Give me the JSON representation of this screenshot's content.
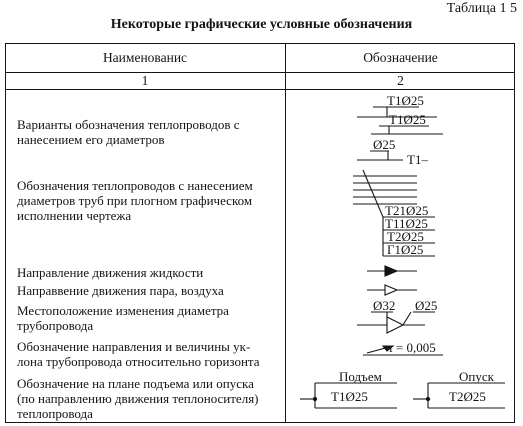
{
  "table_number": "Таблица 1 5",
  "title": "Некоторые графические условные обозначения",
  "headers": {
    "name": "Наименованис",
    "designation": "Обозначение"
  },
  "column_numbers": {
    "name": "1",
    "designation": "2"
  },
  "rows": [
    {
      "lines": [
        "Варианты обозначения теплопроводов с",
        "нанесением его диаметров"
      ]
    },
    {
      "lines": [
        "Обозначения теплопроводов с нанесением",
        "диаметров труб при плогном графическом",
        "исполнении чертежа"
      ]
    },
    {
      "lines": [
        "Направление движения жидкости"
      ]
    },
    {
      "lines": [
        "Направвение движения пара, воздуха"
      ]
    },
    {
      "lines": [
        "Местоположение изменения диаметра",
        "трубопровода"
      ]
    },
    {
      "lines": [
        "Обозначение направления и величины ук-",
        "лона трубопровода относительно горизонта"
      ]
    },
    {
      "lines": [
        "Обозначение на плане подъема или опуска",
        "(по направлению движения теплоносителя)",
        "теплопровода"
      ]
    }
  ],
  "symbols": {
    "pipe_labels": [
      "Т1Ø25",
      "Т1Ø25",
      "Ø25",
      "Т1–"
    ],
    "multi_labels": [
      "Т21Ø25",
      "Т11Ø25",
      "Т2Ø25",
      "Г1Ø25"
    ],
    "diameter_change": [
      "Ø32",
      "Ø25"
    ],
    "slope": "ı = 0,005",
    "rise_label": "Подъем",
    "rise_pipe": "Т1Ø25",
    "drop_label": "Опуск",
    "drop_pipe": "Т2Ø25"
  }
}
